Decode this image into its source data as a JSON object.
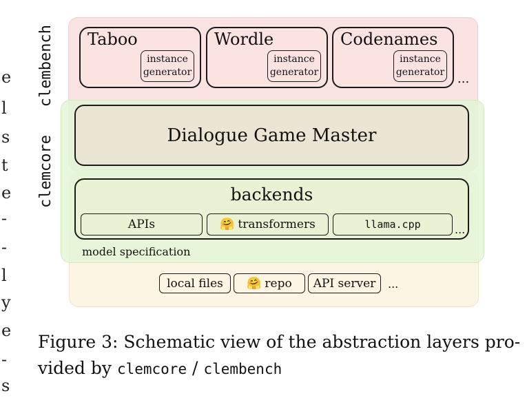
{
  "layers": {
    "clembench_label": "clembench",
    "clemcore_label": "clemcore"
  },
  "games": [
    {
      "title": "Taboo",
      "generator": [
        "instance",
        "generator"
      ]
    },
    {
      "title": "Wordle",
      "generator": [
        "instance",
        "generator"
      ]
    },
    {
      "title": "Codenames",
      "generator": [
        "instance",
        "generator"
      ]
    }
  ],
  "games_more": "...",
  "game_master": "Dialogue Game Master",
  "backends": {
    "title": "backends",
    "items": [
      {
        "icon": "hugging-face-icon",
        "label": "APIs"
      },
      {
        "icon": "hugging-face-icon",
        "label": "transformers"
      },
      {
        "icon": "",
        "label": "llama.cpp"
      }
    ],
    "more": "...",
    "spec_label": "model specification"
  },
  "sources": {
    "items": [
      {
        "label": "local files"
      },
      {
        "label": "repo"
      },
      {
        "label": "API server"
      }
    ],
    "more": "..."
  },
  "caption": {
    "line1": "Figure 3: Schematic view of the abstraction layers pro-",
    "line2_prefix": "vided by ",
    "code1": "clemcore",
    "sep": " / ",
    "code2": "clembench"
  },
  "colors": {
    "clembench_layer": "#fbe3e2",
    "clemcore_layer": "#eaf7e1",
    "game_master": "#ebe5d4",
    "backends": "#e9f3d3",
    "sources_layer": "#fcf5e3"
  }
}
